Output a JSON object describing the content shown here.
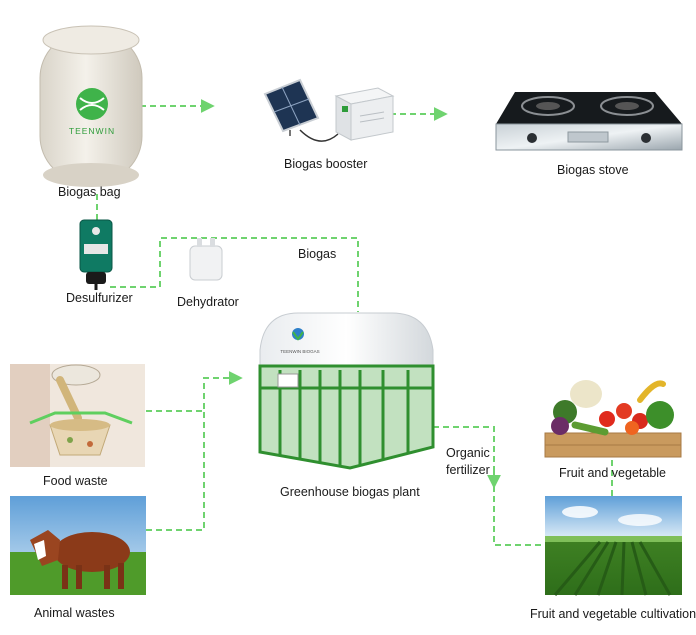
{
  "labels": {
    "biogas_bag": "Biogas bag",
    "biogas_booster": "Biogas booster",
    "biogas_stove": "Biogas stove",
    "desulfurizer": "Desulfurizer",
    "dehydrator": "Dehydrator",
    "biogas": "Biogas",
    "food_waste": "Food waste",
    "animal_wastes": "Animal wastes",
    "greenhouse_plant": "Greenhouse biogas plant",
    "organic_fertilizer_line1": "Organic",
    "organic_fertilizer_line2": "fertilizer",
    "fruit_vegetable": "Fruit and vegetable",
    "cultivation": "Fruit and vegetable cultivation"
  },
  "logos": {
    "bag_brand": "TEENWIN",
    "dome_brand": "TEENWIN BIOGAS"
  },
  "colors": {
    "flow_line": "#6fd36f",
    "brand_green": "#2e9c3a",
    "frame_green": "#2f8f2f"
  }
}
